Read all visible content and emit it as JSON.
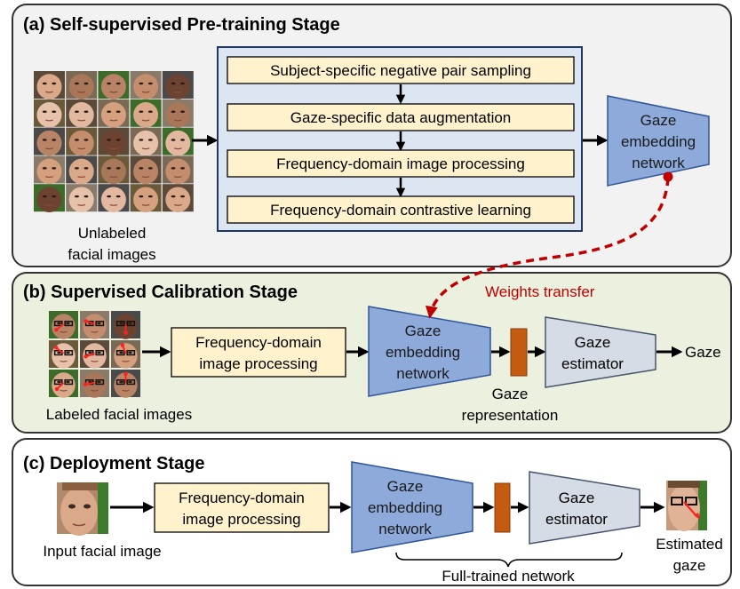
{
  "stage_a": {
    "title": "(a) Self-supervised Pre-training Stage",
    "steps": [
      "Subject-specific negative pair sampling",
      "Gaze-specific data augmentation",
      "Frequency-domain  image processing",
      "Frequency-domain  contrastive learning"
    ],
    "input_label_line1": "Unlabeled",
    "input_label_line2": "facial images",
    "network_line1": "Gaze",
    "network_line2": "embedding",
    "network_line3": "network"
  },
  "transfer_label": "Weights transfer",
  "stage_b": {
    "title": "(b) Supervised Calibration Stage",
    "input_label": "Labeled  facial images",
    "proc_line1": "Frequency-domain",
    "proc_line2": "image processing",
    "network_line1": "Gaze",
    "network_line2": "embedding",
    "network_line3": "network",
    "rep_line1": "Gaze",
    "rep_line2": "representation",
    "estimator_line1": "Gaze",
    "estimator_line2": "estimator",
    "output": "Gaze"
  },
  "stage_c": {
    "title": "(c) Deployment Stage",
    "input_label": "Input facial image",
    "proc_line1": "Frequency-domain",
    "proc_line2": "image processing",
    "network_line1": "Gaze",
    "network_line2": "embedding",
    "network_line3": "network",
    "estimator_line1": "Gaze",
    "estimator_line2": "estimator",
    "output_line1": "Estimated",
    "output_line2": "gaze",
    "brace_label": "Full-trained  network"
  },
  "colors": {
    "stage_a_bg": "#f2f2f2",
    "stage_b_bg": "#ebf1de",
    "stage_c_bg": "#ffffff",
    "process_box": "#fff2cc",
    "inner_panel": "#dce6f2",
    "network_fill": "#8eaadb",
    "estimator_fill": "#d6dce5",
    "representation_bar": "#c55a11",
    "transfer_red": "#c00000"
  }
}
